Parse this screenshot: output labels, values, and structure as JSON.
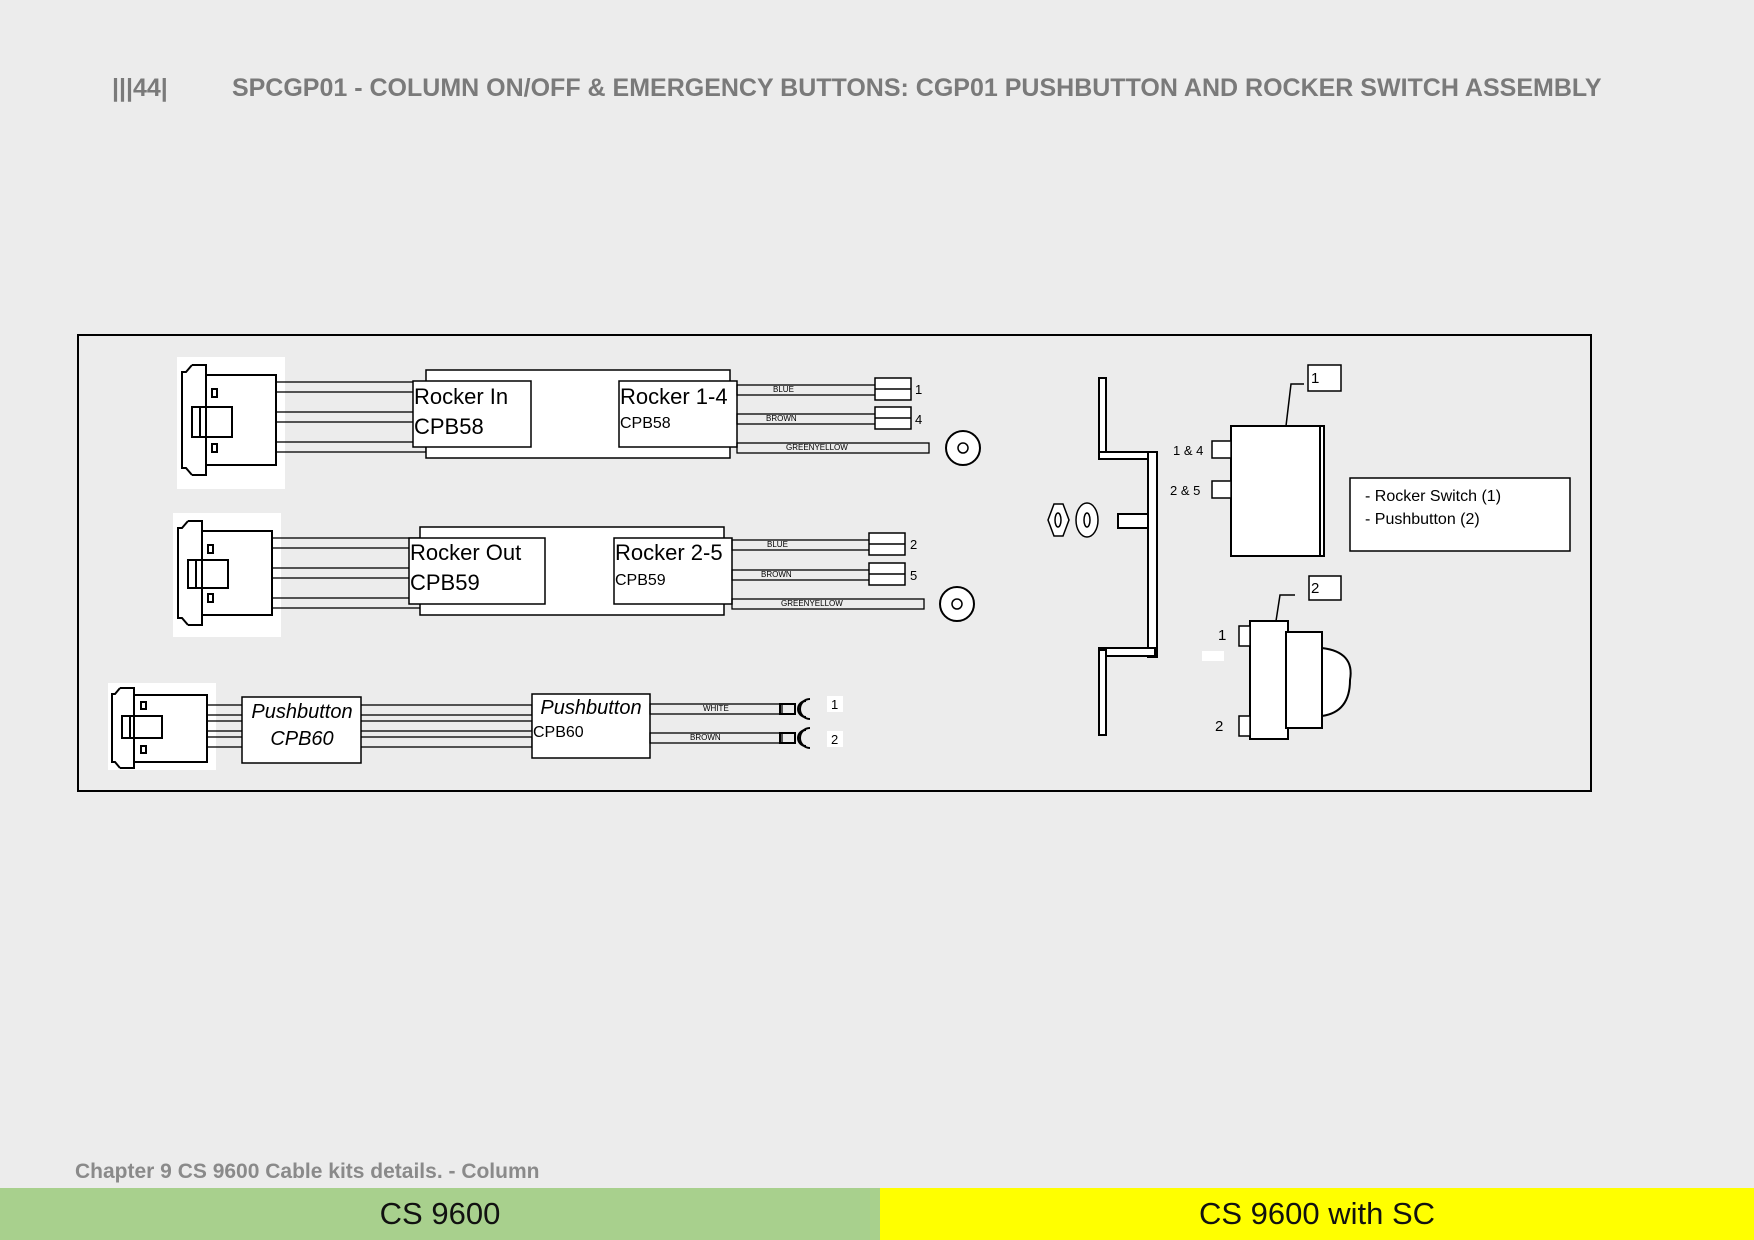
{
  "header": {
    "page_marker": "|||44|",
    "title": "SPCGP01 - COLUMN ON/OFF & EMERGENCY BUTTONS: CGP01 PUSHBUTTON AND ROCKER SWITCH ASSEMBLY"
  },
  "diagram": {
    "cable1": {
      "left_label_1": "Rocker In",
      "left_label_2": "CPB58",
      "right_label_1": "Rocker 1-4",
      "right_label_2": "CPB58",
      "wire_1": "BLUE",
      "wire_2": "BROWN",
      "wire_3": "GREENYELLOW",
      "pin_1": "1",
      "pin_2": "4"
    },
    "cable2": {
      "left_label_1": "Rocker Out",
      "left_label_2": "CPB59",
      "right_label_1": "Rocker 2-5",
      "right_label_2": "CPB59",
      "wire_1": "BLUE",
      "wire_2": "BROWN",
      "wire_3": "GREENYELLOW",
      "pin_1": "2",
      "pin_2": "5"
    },
    "cable3": {
      "left_label_1": "Pushbutton",
      "left_label_2": "CPB60",
      "right_label_1": "Pushbutton",
      "right_label_2": "CPB60",
      "wire_1": "WHITE",
      "wire_2": "BROWN",
      "pin_1": "1",
      "pin_2": "2"
    },
    "assembly": {
      "callout_1": "1",
      "callout_2": "2",
      "rocker_terminals_1": "1 & 4",
      "rocker_terminals_2": "2 & 5",
      "push_terminal_1": "1",
      "push_terminal_2": "2",
      "legend_1": "- Rocker Switch (1)",
      "legend_2": "- Pushbutton (2)"
    }
  },
  "chapter": "Chapter 9 CS 9600 Cable kits details. - Column",
  "footer": {
    "left": "CS 9600",
    "right": "CS 9600 with SC"
  },
  "colors": {
    "footer_left": "#a8d08d",
    "footer_right": "#ffff00"
  }
}
